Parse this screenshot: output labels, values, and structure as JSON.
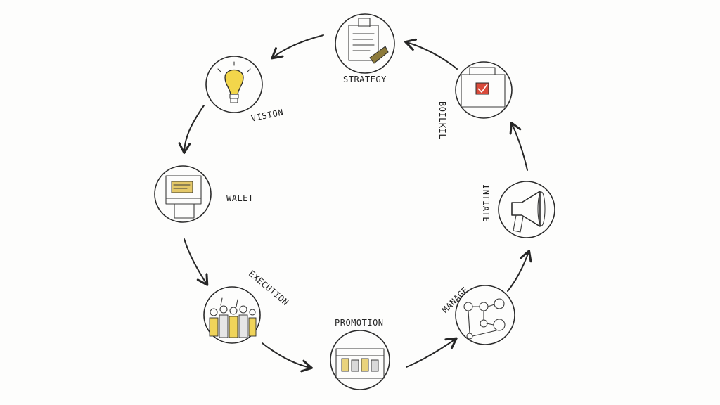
{
  "diagram": {
    "stages": [
      {
        "id": "strategy",
        "label": "STRATEGY",
        "icon": "clipboard-icon"
      },
      {
        "id": "toolkit",
        "label": "BOILKIL",
        "icon": "toolbox-icon"
      },
      {
        "id": "initiate",
        "label": "INTIATE",
        "icon": "megaphone-icon"
      },
      {
        "id": "manage",
        "label": "MANAGE",
        "icon": "gears-network-icon"
      },
      {
        "id": "promotion",
        "label": "PROMOTION",
        "icon": "storefront-icon"
      },
      {
        "id": "execution",
        "label": "EXECUTION",
        "icon": "crowd-icon"
      },
      {
        "id": "walet",
        "label": "WALET",
        "icon": "ledger-icon"
      },
      {
        "id": "vision",
        "label": "VISION",
        "icon": "lightbulb-icon"
      }
    ],
    "colors": {
      "ink": "#2b2b2b",
      "bulb_yellow": "#f2d64b",
      "accent_red": "#d94a3a",
      "crowd_yellow": "#f0d45a"
    }
  }
}
